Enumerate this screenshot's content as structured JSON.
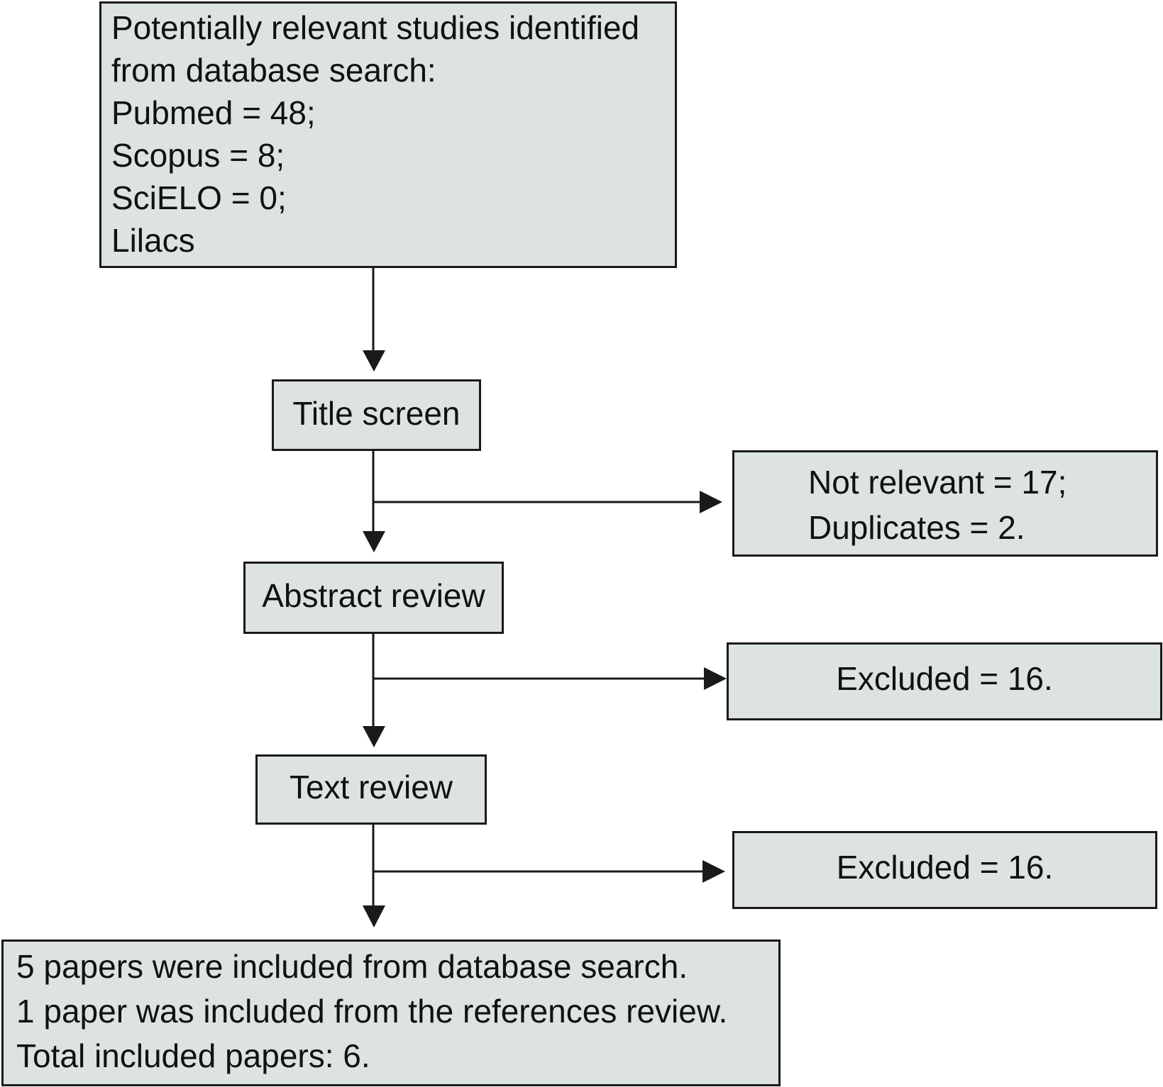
{
  "nodes": {
    "search": {
      "lines": [
        "Potentially relevant studies identified",
        "from database search:",
        "Pubmed = 48;",
        "Scopus = 8;",
        "SciELO = 0;",
        "Lilacs"
      ]
    },
    "title_screen": {
      "label": "Title screen"
    },
    "exclusion_title": {
      "lines": [
        "Not relevant = 17;",
        "Duplicates = 2."
      ]
    },
    "abstract_review": {
      "label": "Abstract review"
    },
    "exclusion_abstract": {
      "label": "Excluded = 16."
    },
    "text_review": {
      "label": "Text review"
    },
    "exclusion_text": {
      "label": "Excluded = 16."
    },
    "final": {
      "lines": [
        "5 papers were included from database search.",
        "1 paper was included from the references review.",
        "Total included papers: 6."
      ]
    }
  },
  "colors": {
    "box_fill": "#dce3e1",
    "stroke": "#1a1a1a",
    "text": "#111111"
  }
}
